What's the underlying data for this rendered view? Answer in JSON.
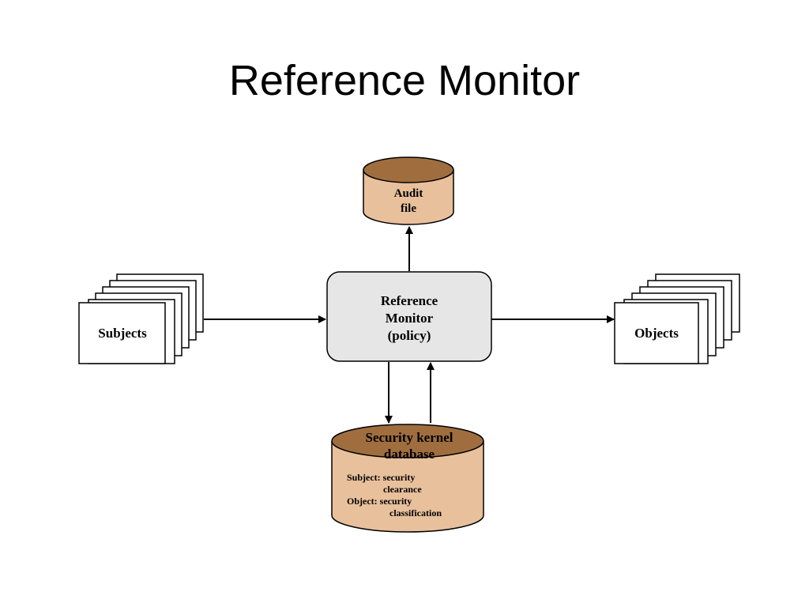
{
  "title": "Reference Monitor",
  "colors": {
    "tan_fill": "#e8c09c",
    "tan_top": "#a06e3e",
    "monitor_fill": "#e6e6e6",
    "stroke": "#000000"
  },
  "diagram": {
    "audit_file": {
      "line1": "Audit",
      "line2": "file"
    },
    "reference_monitor": {
      "line1": "Reference",
      "line2": "Monitor",
      "line3": "(policy)"
    },
    "subjects": {
      "label": "Subjects"
    },
    "objects": {
      "label": "Objects"
    },
    "security_kernel_db": {
      "line1": "Security kernel",
      "line2": "database",
      "entry1_a": "Subject: security",
      "entry1_b": "clearance",
      "entry2_a": "Object: security",
      "entry2_b": "classification"
    }
  }
}
